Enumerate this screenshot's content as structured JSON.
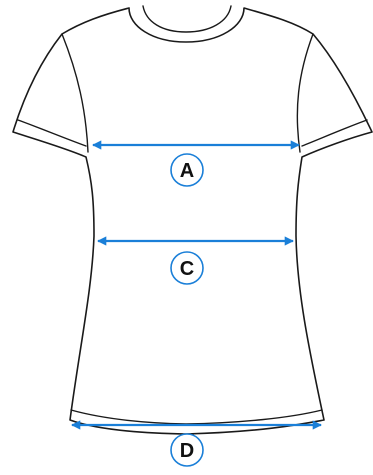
{
  "colors": {
    "accent": "#1a7fd8",
    "outline": "#1a1a1a"
  },
  "measurements": {
    "a": {
      "label": "A"
    },
    "c": {
      "label": "C"
    },
    "d": {
      "label": "D"
    }
  }
}
